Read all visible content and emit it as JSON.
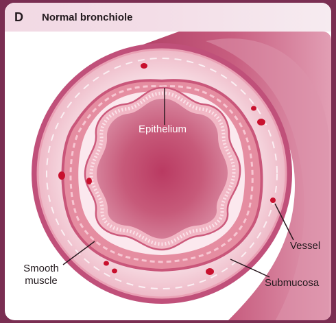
{
  "figure": {
    "panel_letter": "D",
    "title": "Normal bronchiole"
  },
  "labels": {
    "epithelium": "Epithelium",
    "vessel": "Vessel",
    "submucosa": "Submucosa",
    "smooth_muscle_line1": "Smooth",
    "smooth_muscle_line2": "muscle"
  },
  "colors": {
    "frame": "#7a2e52",
    "header_bg": "#f2d9e4",
    "tube_outer": "#b8476d",
    "submucosa_bg": "#f4cdd6",
    "lumen_center": "#c05a77",
    "lumen_edge": "#a9345d",
    "vessel": "#c8102e"
  }
}
